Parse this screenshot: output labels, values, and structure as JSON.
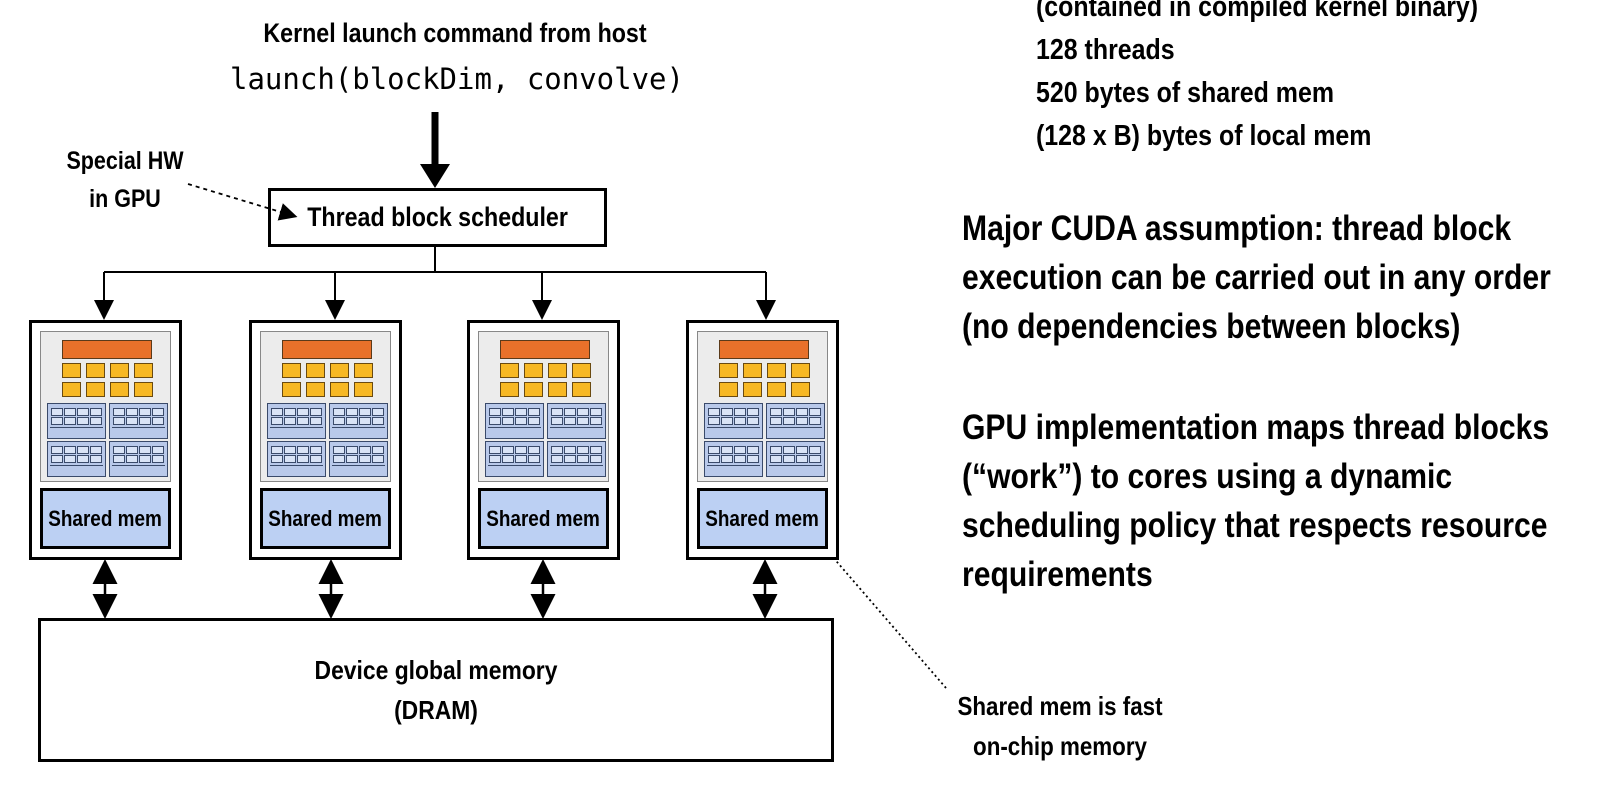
{
  "command": {
    "title": "Kernel launch command from host",
    "code": "launch(blockDim, convolve)"
  },
  "hw_note": {
    "line1": "Special HW",
    "line2": "in GPU"
  },
  "scheduler": {
    "label": "Thread block scheduler"
  },
  "cores": [
    {
      "shared_mem_label": "Shared mem"
    },
    {
      "shared_mem_label": "Shared mem"
    },
    {
      "shared_mem_label": "Shared mem"
    },
    {
      "shared_mem_label": "Shared mem"
    }
  ],
  "dram": {
    "line1": "Device global memory",
    "line2": "(DRAM)"
  },
  "requirements": {
    "line0": "(contained in compiled kernel binary)",
    "line1": "128 threads",
    "line2": "520 bytes of shared mem",
    "line3": "(128 x B) bytes of local mem"
  },
  "paragraph1": {
    "line1": "Major CUDA assumption: thread block",
    "line2": "execution can be carried out in any order",
    "line3": "(no dependencies between blocks)"
  },
  "paragraph2": {
    "line1": "GPU implementation maps thread blocks",
    "line2": "(“work”) to cores using a dynamic",
    "line3": "scheduling policy that respects resource",
    "line4": "requirements"
  },
  "fast_note": {
    "line1": "Shared mem is fast",
    "line2": "on-chip memory"
  },
  "colors": {
    "fetch_decode": "#e8712a",
    "exec_units": "#f7b824",
    "alu_blocks": "#b9c9ea",
    "shared_mem": "#bcd0f3"
  }
}
